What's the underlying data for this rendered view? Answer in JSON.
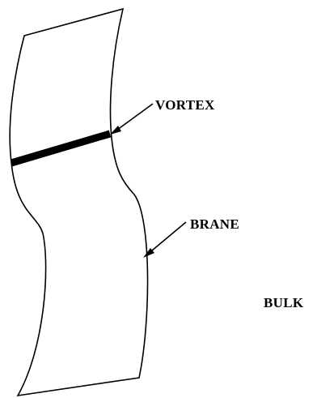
{
  "labels": {
    "vortex": "VORTEX",
    "brane": "BRANE",
    "bulk": "BULK"
  },
  "colors": {
    "stroke": "#000000",
    "background": "#ffffff"
  }
}
